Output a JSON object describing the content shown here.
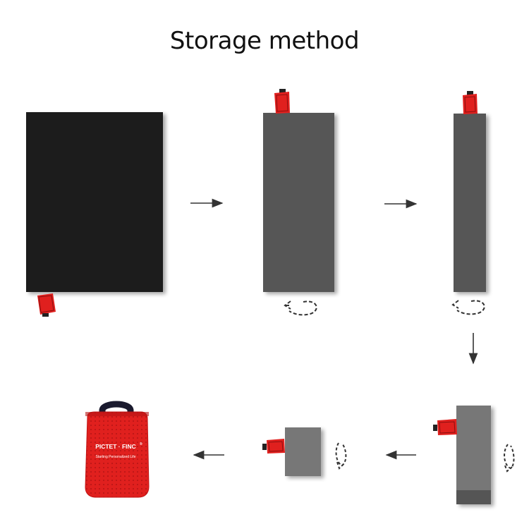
{
  "title": "Storage method",
  "product": {
    "brand": "PICTET · FINC",
    "registered_mark": "®",
    "tagline": "Starting Personalized Life"
  },
  "colors": {
    "mat_dark": "#1f1f1f",
    "mat_mid": "#575757",
    "mat_light": "#777777",
    "pouch_red": "#e0201e",
    "arrow": "#333333",
    "dashed_mark": "#333333"
  },
  "steps": [
    {
      "name": "unfolded-mat"
    },
    {
      "name": "folded-in-half"
    },
    {
      "name": "folded-in-thirds"
    },
    {
      "name": "rolled-partially"
    },
    {
      "name": "folded-square"
    },
    {
      "name": "stored-in-pouch"
    }
  ]
}
